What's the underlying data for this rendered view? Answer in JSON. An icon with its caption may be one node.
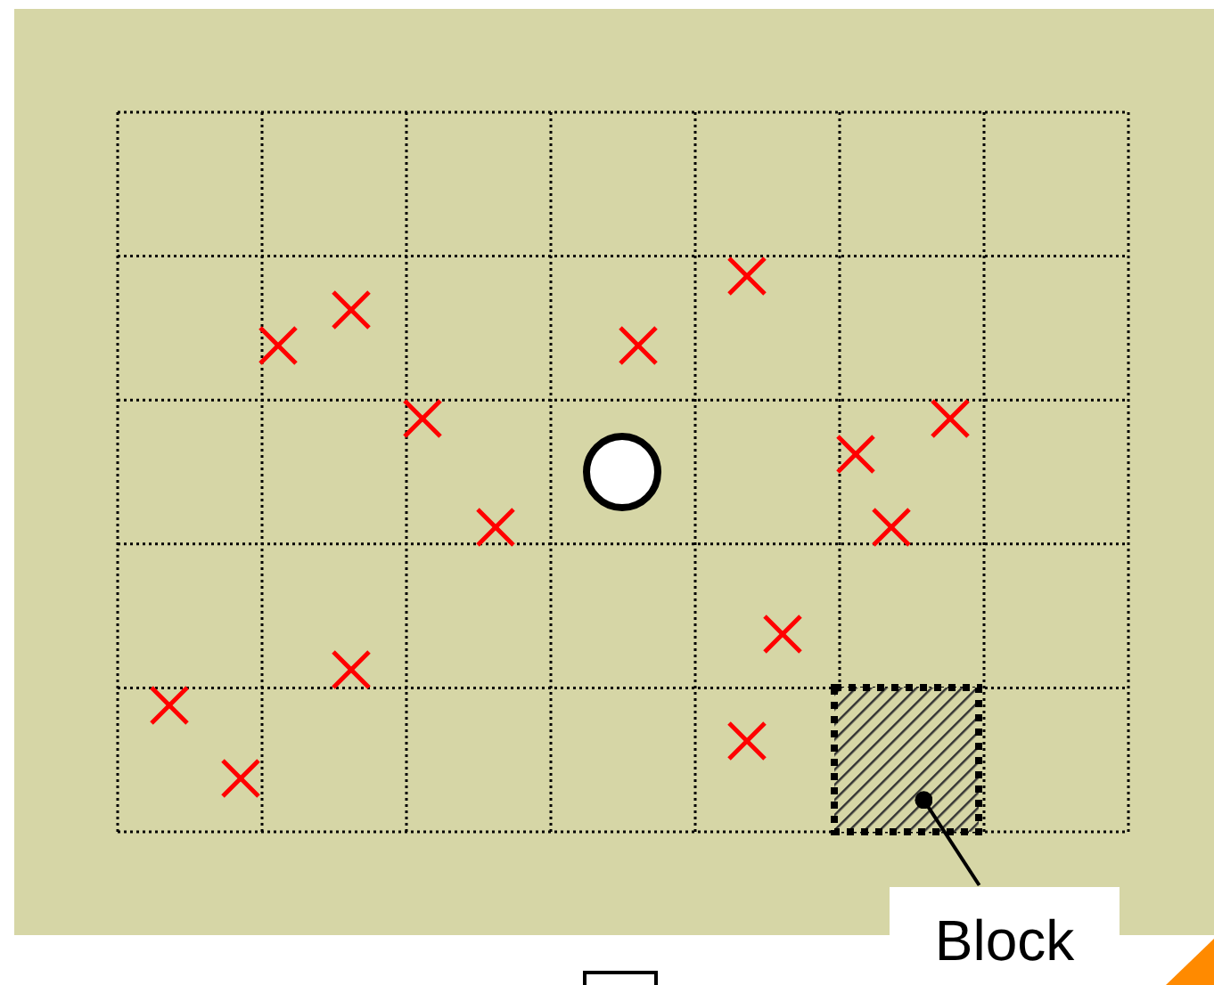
{
  "diagram": {
    "nodes": [
      {
        "text": [
          "Block"
        ]
      },
      {
        "text": [],
        "shape": "box"
      }
    ],
    "edges": [
      {
        "from": 0,
        "to": 1,
        "arrow": "other"
      }
    ]
  }
}
